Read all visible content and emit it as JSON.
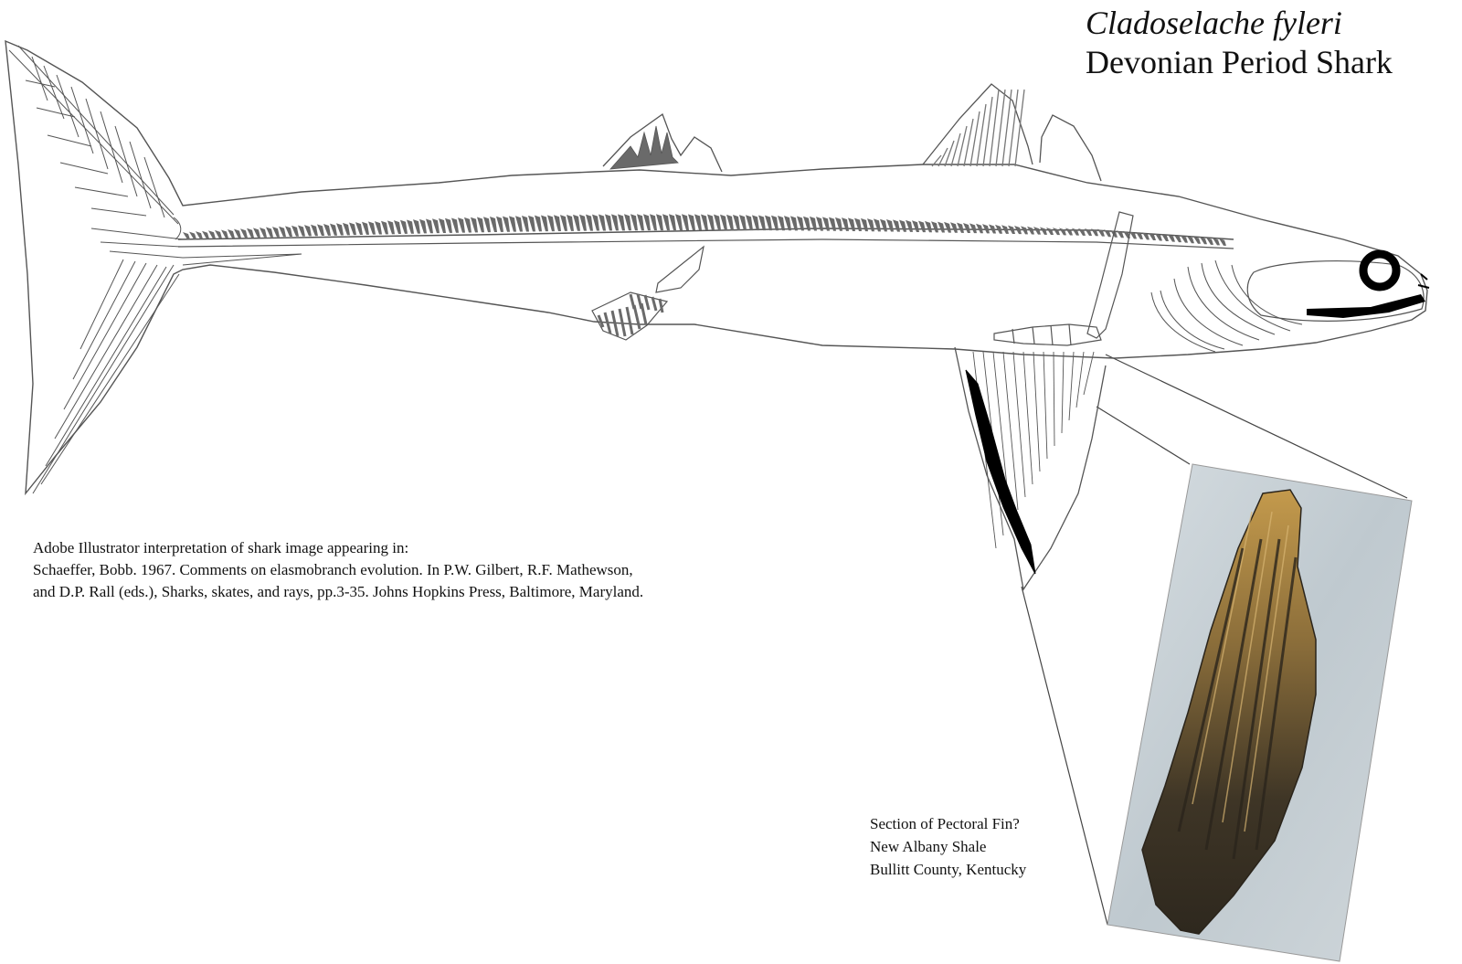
{
  "title": {
    "scientific_name": "Cladoselache fyleri",
    "common_name": "Devonian Period Shark"
  },
  "citation": {
    "lines": [
      "Adobe Illustrator interpretation of shark image appearing in:",
      "Schaeffer, Bobb. 1967. Comments on elasmobranch evolution. In P.W. Gilbert, R.F. Mathewson,",
      "and D.P. Rall (eds.), Sharks, skates, and rays, pp.3-35. Johns Hopkins Press, Baltimore, Maryland."
    ]
  },
  "photo_caption": {
    "lines": [
      "Section of Pectoral Fin?",
      "New Albany Shale",
      "Bullitt County, Kentucky"
    ]
  },
  "colors": {
    "outline": "#555555",
    "ray_fill": "#6a6a6a",
    "fin_edge": "#000000",
    "matrix": "#c9d1d6",
    "fossil_dark": "#3b3224",
    "fossil_light": "#b08a45"
  }
}
